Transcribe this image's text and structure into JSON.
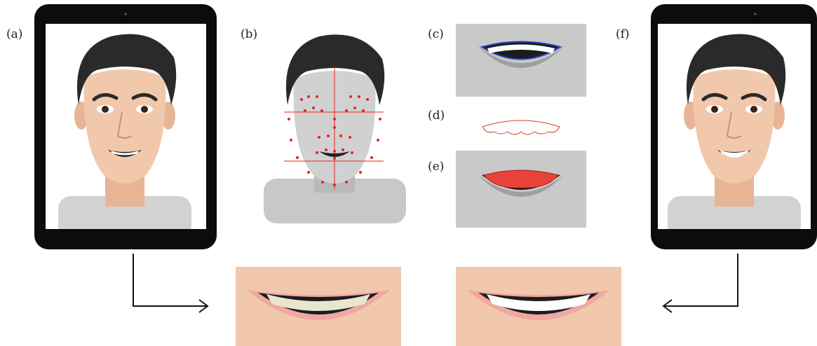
{
  "figure": {
    "panels": [
      {
        "id": "a",
        "label": "(a)"
      },
      {
        "id": "b",
        "label": "(b)"
      },
      {
        "id": "c",
        "label": "(c)"
      },
      {
        "id": "d",
        "label": "(d)"
      },
      {
        "id": "e",
        "label": "(e)"
      },
      {
        "id": "f",
        "label": "(f)"
      }
    ]
  },
  "colors": {
    "tablet": "#0c0c0c",
    "skin": "#f2c8ad",
    "skin_shadow": "#e0a98a",
    "hair": "#2a2a2a",
    "gray_face": "#c9c9c9",
    "gray_dark": "#9a9a9a",
    "landmark": "#e8231c",
    "lips": "#f0a8a0",
    "shirt": "#d2d2d2"
  },
  "icons": [
    "tablet-icon",
    "face-illustration",
    "arrow-icon",
    "teeth-icon"
  ]
}
